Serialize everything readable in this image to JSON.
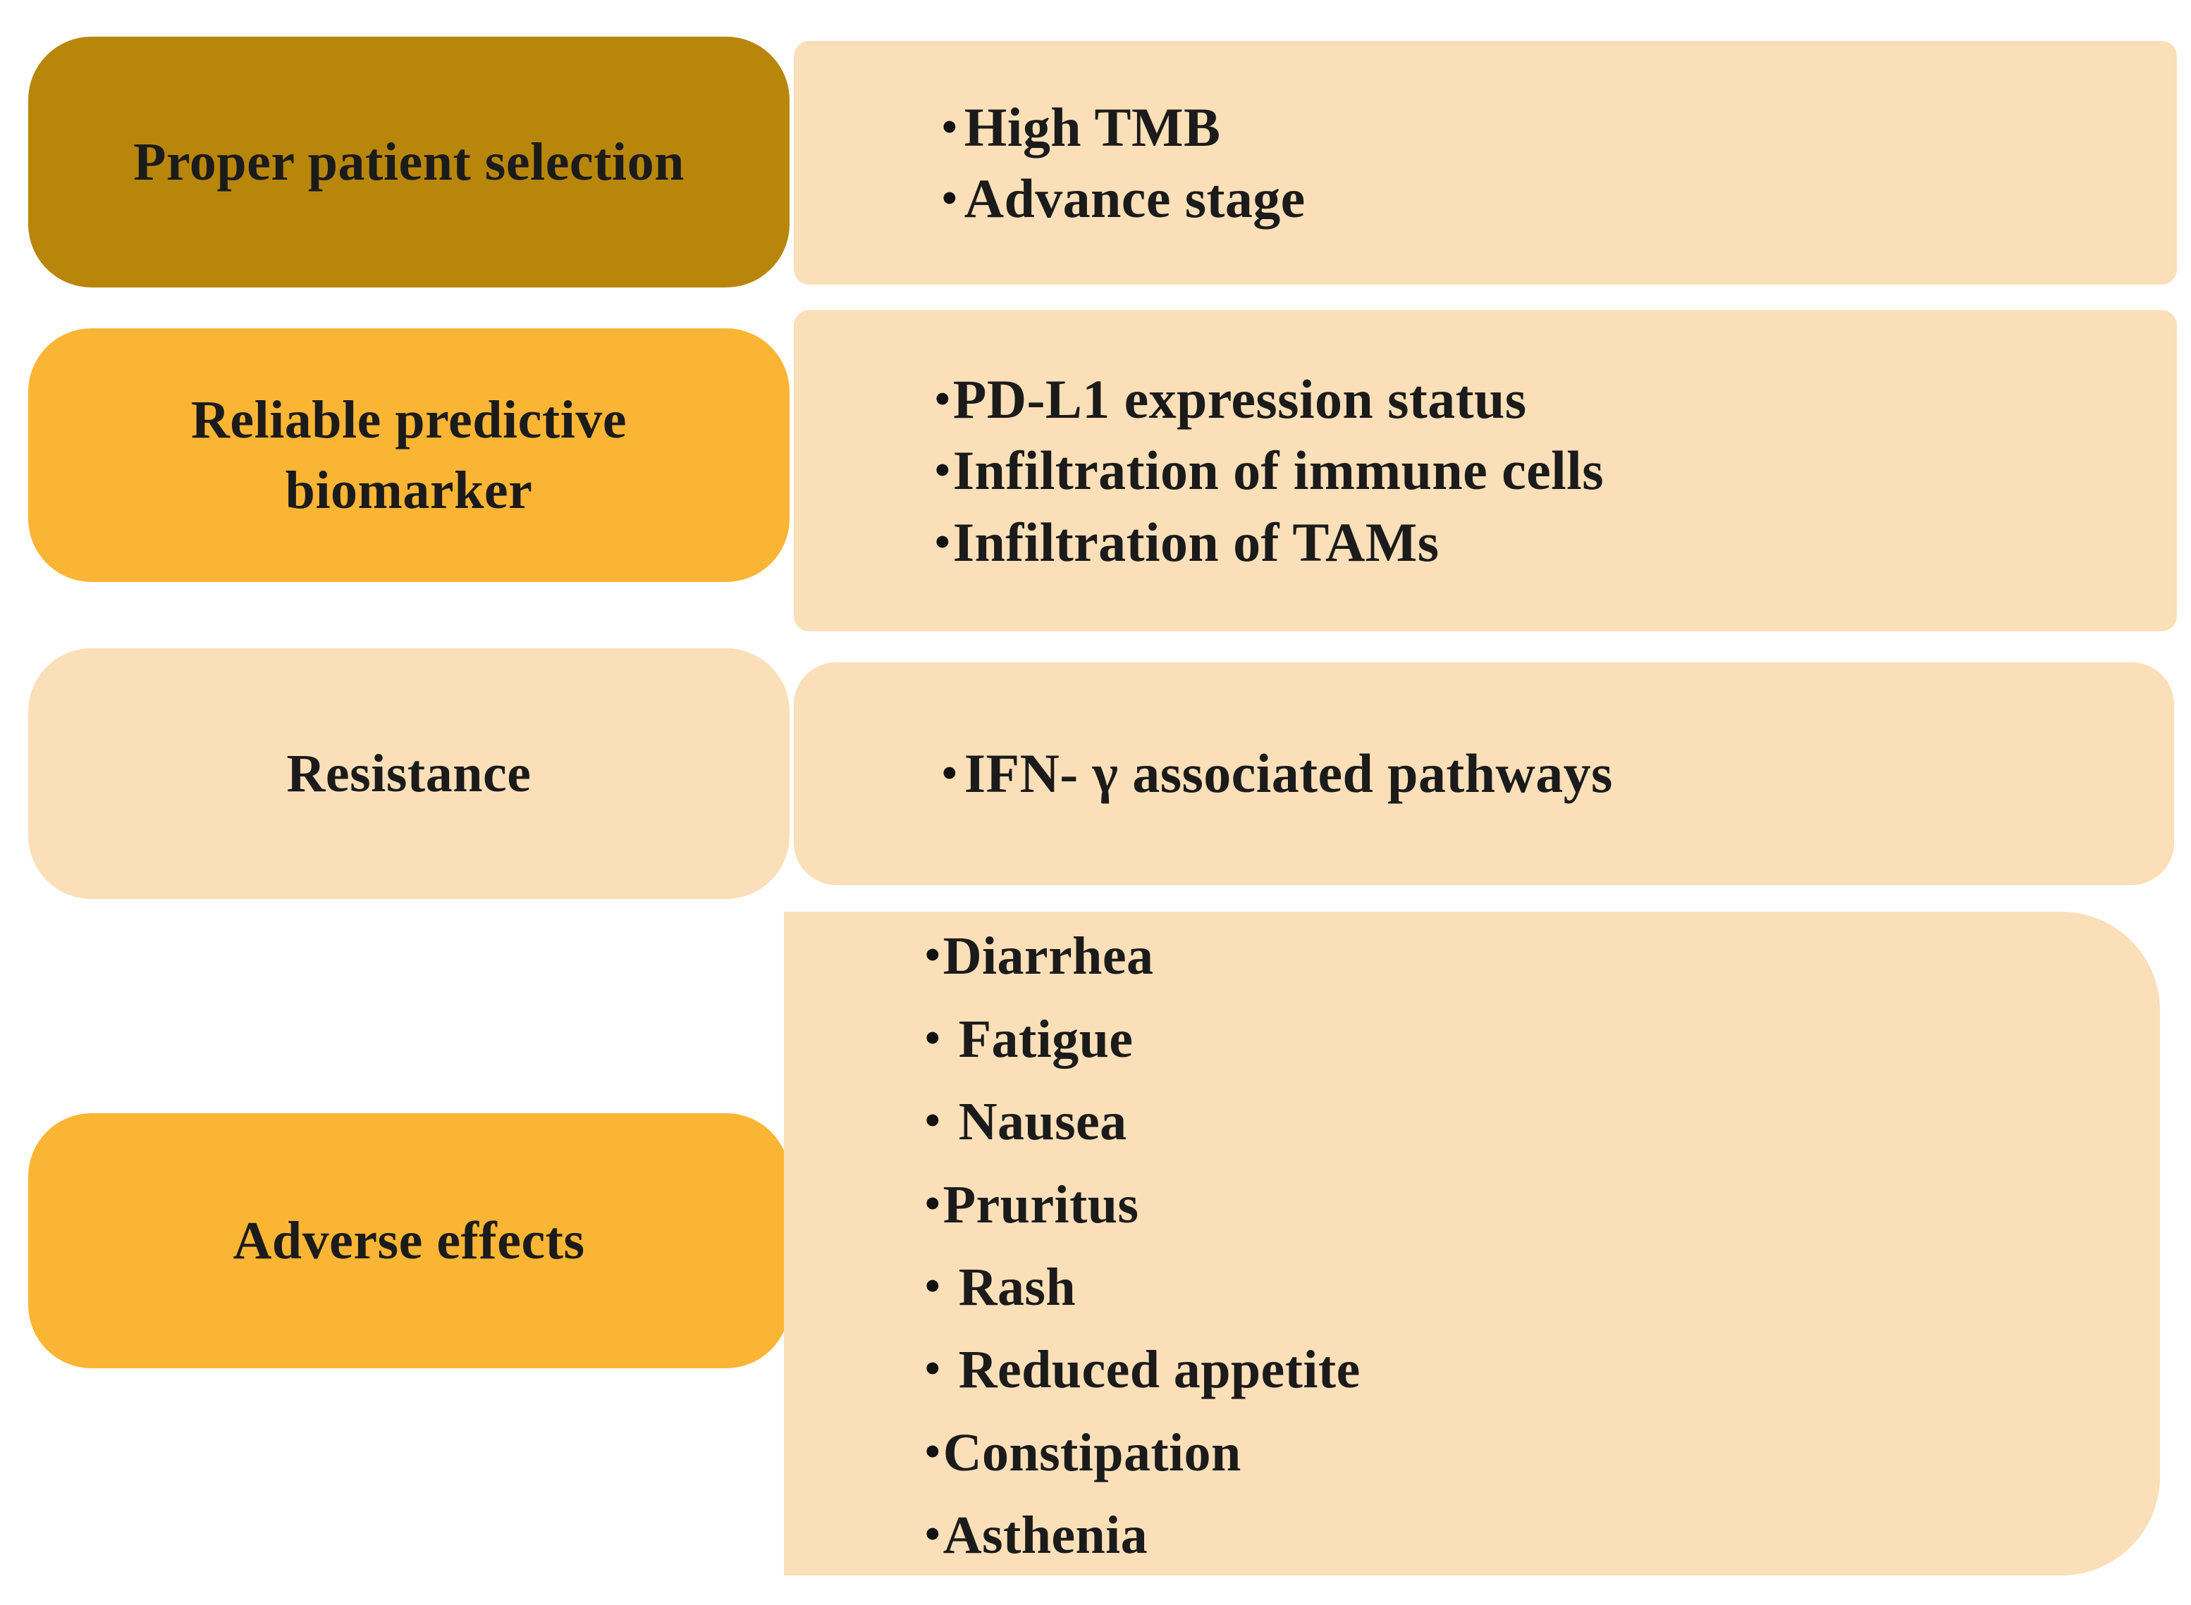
{
  "diagram": {
    "colors": {
      "dark_gold": "#b8860b",
      "orange": "#fbb535",
      "light_peach": "#fbdfb8",
      "text": "#1b1b1b",
      "background": "#ffffff"
    },
    "rows": [
      {
        "category": "Proper patient selection",
        "bullets": [
          "High TMB",
          "Advance stage"
        ]
      },
      {
        "category": "Reliable  predictive biomarker",
        "category_line1": "Reliable  predictive",
        "category_line2": "biomarker",
        "bullets": [
          "PD-L1 expression  status",
          "Infiltration  of immune cells",
          "Infiltration  of TAMs"
        ]
      },
      {
        "category": "Resistance",
        "bullets": [
          "IFN- γ associated  pathways"
        ]
      },
      {
        "category": "Adverse effects",
        "bullets": [
          "Diarrhea",
          "Fatigue",
          "Nausea",
          "Pruritus",
          "Rash",
          "Reduced appetite",
          "Constipation",
          "Asthenia"
        ]
      }
    ],
    "bullet_glyph": "•"
  }
}
